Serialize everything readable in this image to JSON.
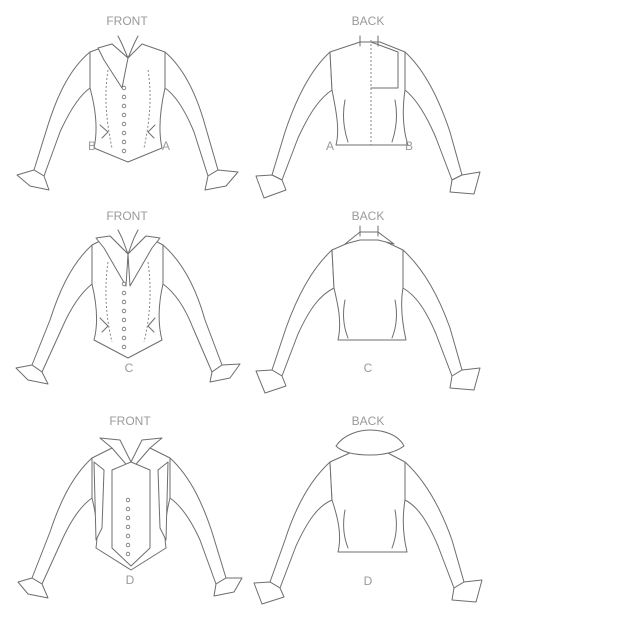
{
  "views": [
    {
      "id": "front-1",
      "heading": "FRONT",
      "letters": [
        "B",
        "A"
      ]
    },
    {
      "id": "back-1",
      "heading": "BACK",
      "letters": [
        "A",
        "B"
      ]
    },
    {
      "id": "front-2",
      "heading": "FRONT",
      "letters": [
        "C"
      ]
    },
    {
      "id": "back-2",
      "heading": "BACK",
      "letters": [
        "C"
      ]
    },
    {
      "id": "front-3",
      "heading": "FRONT",
      "letters": [
        "D"
      ]
    },
    {
      "id": "back-3",
      "heading": "BACK",
      "letters": [
        "D"
      ]
    }
  ]
}
